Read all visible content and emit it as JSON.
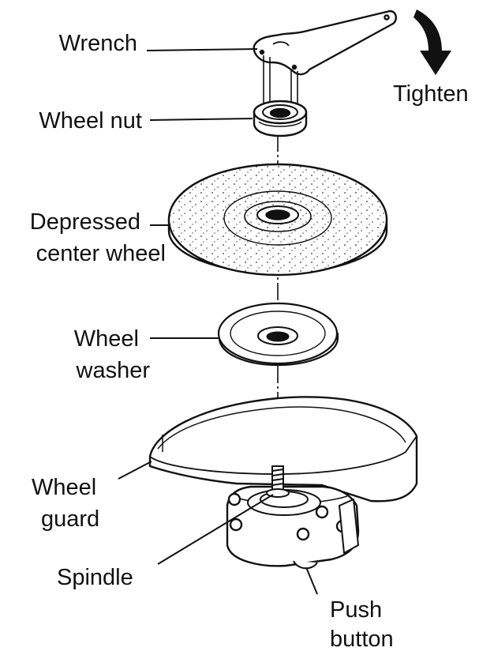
{
  "labels": {
    "wrench": "Wrench",
    "tighten": "Tighten",
    "wheel_nut": "Wheel nut",
    "depressed_center_wheel_1": "Depressed",
    "depressed_center_wheel_2": "center wheel",
    "wheel_washer_1": "Wheel",
    "wheel_washer_2": "washer",
    "wheel_guard_1": "Wheel",
    "wheel_guard_2": "guard",
    "spindle": "Spindle",
    "push_button_1": "Push",
    "push_button_2": "button"
  },
  "colors": {
    "ink": "#111111",
    "background": "#ffffff"
  },
  "icons": {
    "rotation_arrow": "curved-arrow-down-icon"
  }
}
